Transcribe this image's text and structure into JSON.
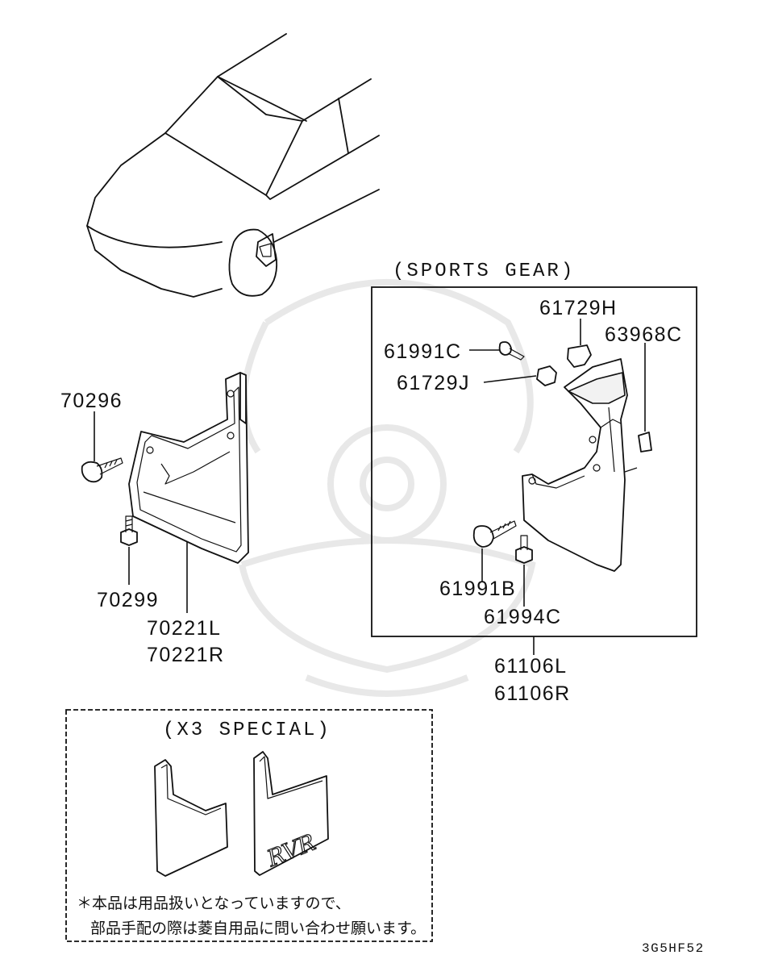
{
  "diagram": {
    "sections": {
      "sports_gear_title": "(SPORTS GEAR)",
      "x3_special_title": "(X3 SPECIAL)"
    },
    "parts": {
      "p70296": "70296",
      "p70299": "70299",
      "p70221L": "70221L",
      "p70221R": "70221R",
      "p61729H": "61729H",
      "p63968C": "63968C",
      "p61991C": "61991C",
      "p61729J": "61729J",
      "p61991B": "61991B",
      "p61994C": "61994C",
      "p61106L": "61106L",
      "p61106R": "61106R"
    },
    "note": {
      "line1": "＊本品は用品扱いとなっていますので、",
      "line2": "部品手配の際は菱自用品に問い合わせ願います。"
    },
    "flap_logo": "RVR",
    "drawing_code": "3G5HF52"
  }
}
